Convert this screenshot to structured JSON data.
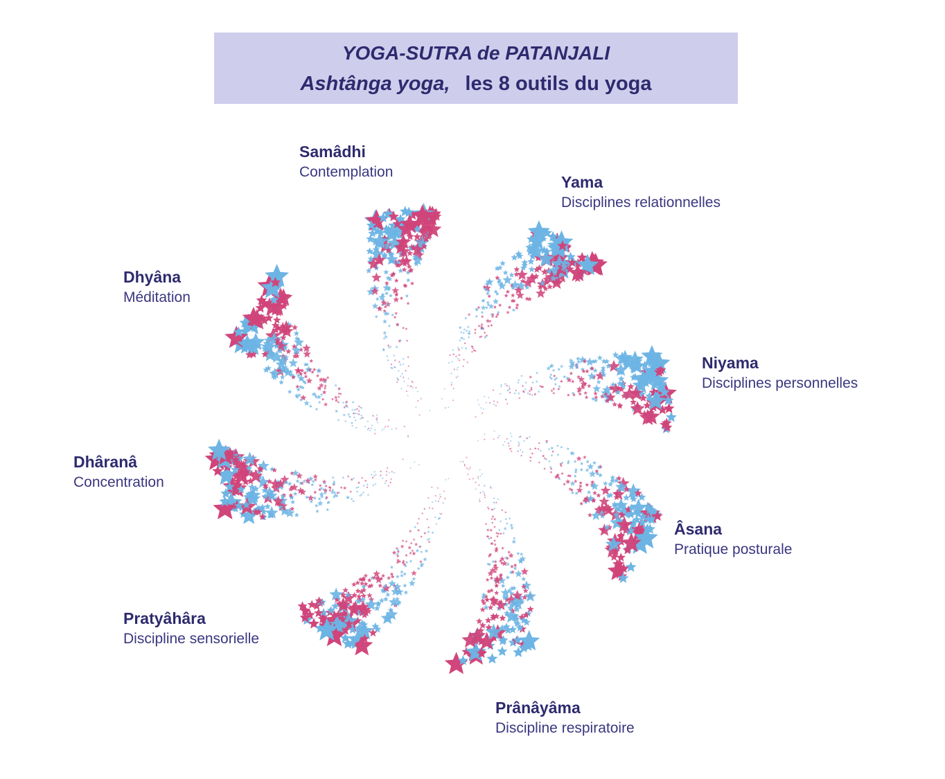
{
  "title": {
    "line1": "YOGA-SUTRA de PATANJALI",
    "line2_italic": "Ashtânga yoga,",
    "line2": "les 8 outils du yoga"
  },
  "colors": {
    "box": "#cfcdec",
    "text": "#2e2a6e",
    "star_blue": "#6cb4e4",
    "star_pink": "#d0447a"
  },
  "limbs": [
    {
      "name": "Samâdhi",
      "desc": "Contemplation"
    },
    {
      "name": "Yama",
      "desc": "Disciplines relationnelles"
    },
    {
      "name": "Niyama",
      "desc": "Disciplines personnelles"
    },
    {
      "name": "Âsana",
      "desc": "Pratique posturale"
    },
    {
      "name": "Prânâyâma",
      "desc": "Discipline respiratoire"
    },
    {
      "name": "Pratyâhâra",
      "desc": "Discipline sensorielle"
    },
    {
      "name": "Dhâranâ",
      "desc": "Concentration"
    },
    {
      "name": "Dhyâna",
      "desc": "Méditation"
    }
  ]
}
